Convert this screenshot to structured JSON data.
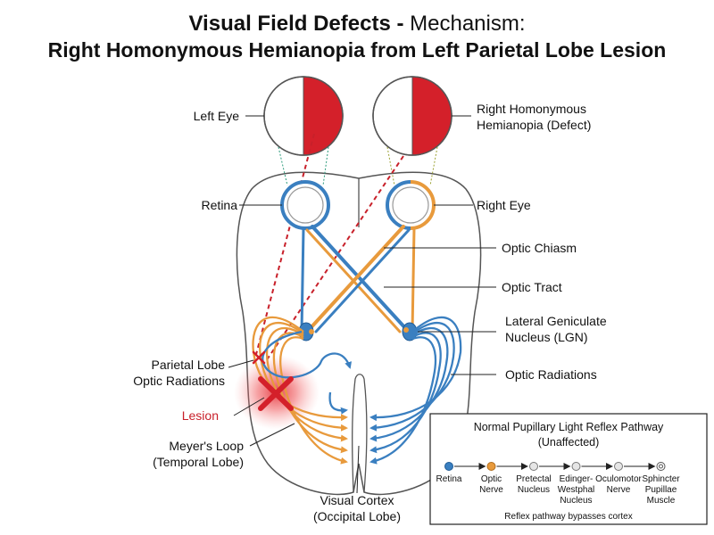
{
  "title": {
    "line1_bold": "Visual Field Defects -",
    "line1_light": "Mechanism:",
    "line2": "Right Homonymous Hemianopia from Left Parietal Lobe Lesion"
  },
  "labels": {
    "left_eye": "Left Eye",
    "right_defect_1": "Right Homonymous",
    "right_defect_2": "Hemianopia (Defect)",
    "retina": "Retina",
    "right_eye": "Right Eye",
    "optic_chiasm": "Optic Chiasm",
    "optic_tract": "Optic Tract",
    "lgn_1": "Lateral Geniculate",
    "lgn_2": "Nucleus (LGN)",
    "optic_radiations": "Optic Radiations",
    "parietal_1": "Parietal Lobe",
    "parietal_2": "Optic Radiations",
    "lesion": "Lesion",
    "meyer_1": "Meyer's Loop",
    "meyer_2": "(Temporal Lobe)",
    "cortex_1": "Visual Cortex",
    "cortex_2": "(Occipital Lobe)"
  },
  "reflex": {
    "title_1": "Normal Pupillary Light Reflex Pathway",
    "title_2": "(Unaffected)",
    "nodes": [
      {
        "l1": "Retina",
        "l2": "",
        "l3": ""
      },
      {
        "l1": "Optic",
        "l2": "Nerve",
        "l3": ""
      },
      {
        "l1": "Pretectal",
        "l2": "Nucleus",
        "l3": ""
      },
      {
        "l1": "Edinger-",
        "l2": "Westphal",
        "l3": "Nucleus"
      },
      {
        "l1": "Oculomotor",
        "l2": "Nerve",
        "l3": ""
      },
      {
        "l1": "Sphincter",
        "l2": "Pupillae",
        "l3": "Muscle"
      }
    ],
    "footnote": "Reflex pathway bypasses cortex"
  },
  "colors": {
    "blue": "#3a7fc0",
    "orange": "#e89a3c",
    "red": "#d4202a",
    "outline": "#555555"
  }
}
